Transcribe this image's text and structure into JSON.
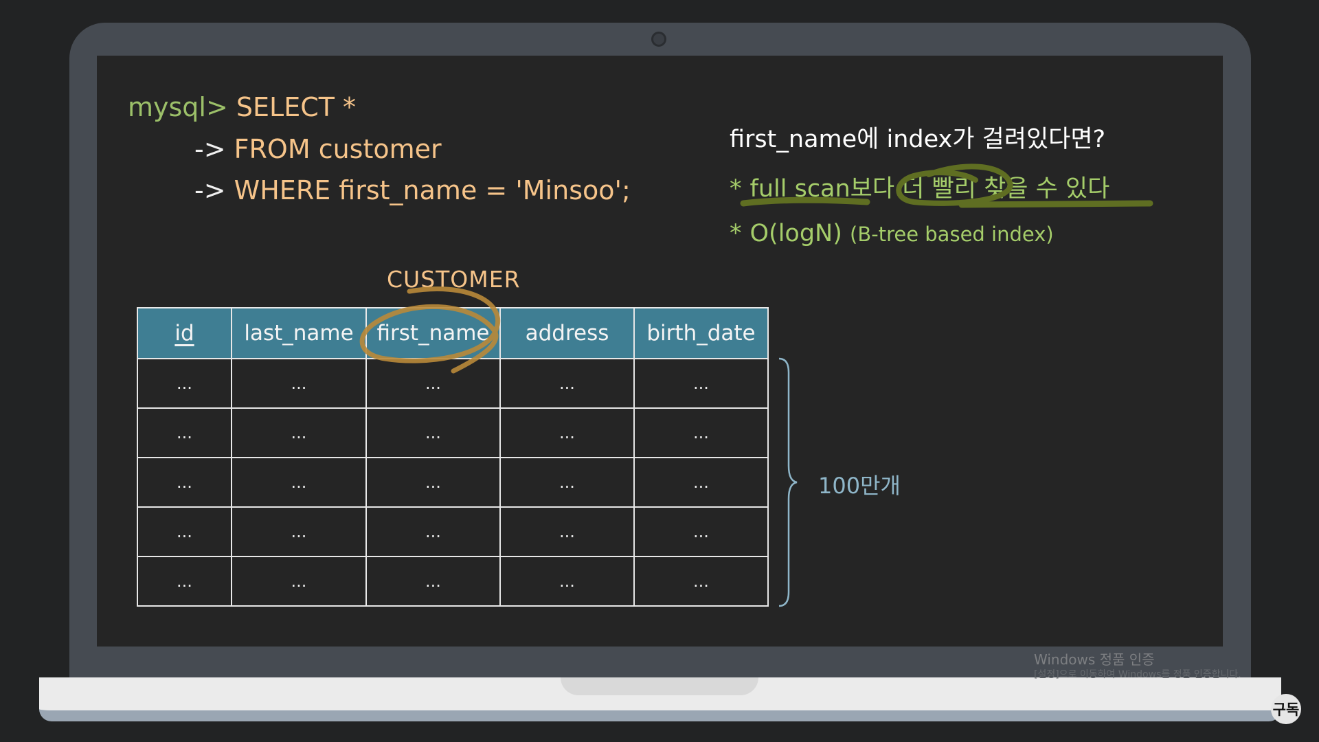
{
  "sql": {
    "prompt": "mysql>",
    "line1": "SELECT *",
    "arrow": "->",
    "line2": "FROM customer",
    "line3": "WHERE first_name = 'Minsoo';"
  },
  "notes": {
    "title": "first_name에 index가 걸려있다면?",
    "star": "*",
    "point1": "full scan보다 더 빨리 찾을 수 있다",
    "point2_main": "O(logN)",
    "point2_sub": "(B-tree based index)"
  },
  "table": {
    "title": "CUSTOMER",
    "columns": [
      "id",
      "last_name",
      "first_name",
      "address",
      "birth_date"
    ],
    "rows": [
      [
        "...",
        "...",
        "...",
        "...",
        "..."
      ],
      [
        "...",
        "...",
        "...",
        "...",
        "..."
      ],
      [
        "...",
        "...",
        "...",
        "...",
        "..."
      ],
      [
        "...",
        "...",
        "...",
        "...",
        "..."
      ],
      [
        "...",
        "...",
        "...",
        "...",
        "..."
      ]
    ],
    "row_count_label": "100만개"
  },
  "watermark": {
    "line1": "Windows 정품 인증",
    "line2": "[설정]으로 이동하여 Windows를 정품 인증합니다."
  },
  "subscribe_badge": "구독",
  "colors": {
    "header_fill": "#3f7e93",
    "sql_keyword": "#f6c48a",
    "prompt": "#9cc069",
    "note_green": "#a5cd6a",
    "annotation_orange": "#b98a3a",
    "annotation_olive": "#5f6e22"
  }
}
